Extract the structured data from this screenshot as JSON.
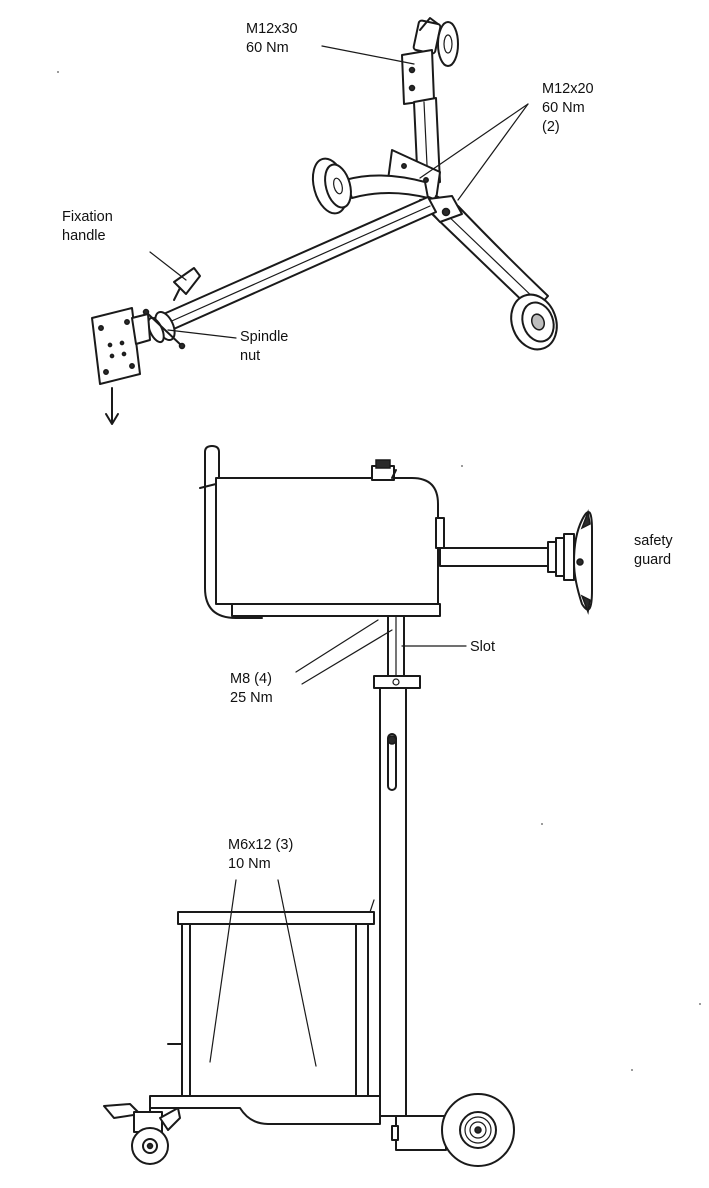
{
  "labels": {
    "m12x30": [
      "M12x30",
      "60 Nm"
    ],
    "m12x20": [
      "M12x20",
      "60 Nm",
      "(2)"
    ],
    "fixation": [
      "Fixation",
      "handle"
    ],
    "spindle": [
      "Spindle",
      "nut"
    ],
    "safety": [
      "safety",
      "guard"
    ],
    "slot": [
      "Slot"
    ],
    "m8": [
      "M8 (4)",
      "25 Nm"
    ],
    "m6": [
      "M6x12 (3)",
      "10 Nm"
    ]
  }
}
